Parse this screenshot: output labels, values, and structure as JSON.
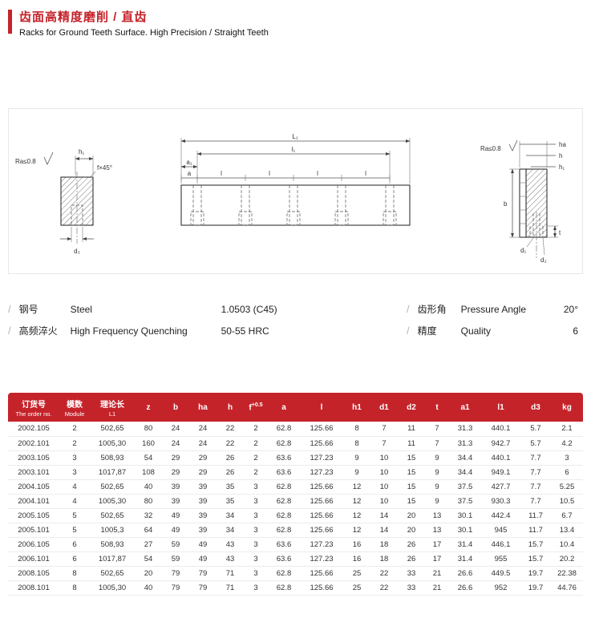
{
  "colors": {
    "accent": "#c5232a"
  },
  "header": {
    "title_cn": "齿面高精度磨削 / 直齿",
    "title_en": "Racks for Ground Teeth Surface. High Precision / Straight Teeth"
  },
  "drawing": {
    "left": {
      "ra": "Ra≤0.8",
      "h1": "h₁",
      "f": "f×45°",
      "d3": "d₃"
    },
    "middle": {
      "L1": "L₁",
      "l1": "l₁",
      "a1": "a₁",
      "a": "a",
      "l": "l"
    },
    "right": {
      "ra": "Ra≤0.8",
      "ha": "ha",
      "h": "h",
      "h1": "h₁",
      "b": "b",
      "d1": "d₁",
      "d2": "d₂",
      "t": "t"
    }
  },
  "specs": [
    {
      "cn": "钢号",
      "en": "Steel",
      "value": "1.0503 (C45)"
    },
    {
      "cn": "高频淬火",
      "en": "High Frequency Quenching",
      "value": "50-55 HRC"
    },
    {
      "cn": "齿形角",
      "en": "Pressure Angle",
      "value": "20°"
    },
    {
      "cn": "精度",
      "en": "Quality",
      "value": "6"
    }
  ],
  "table": {
    "headers": [
      {
        "label": "订货号",
        "en": "The order no."
      },
      {
        "label": "模数",
        "en": "Module"
      },
      {
        "label": "理论长",
        "en": "L1"
      },
      {
        "label": "z"
      },
      {
        "label": "b"
      },
      {
        "label": "ha"
      },
      {
        "label": "h"
      },
      {
        "label": "f",
        "sup": "+0.5"
      },
      {
        "label": "a"
      },
      {
        "label": "l"
      },
      {
        "label": "h1"
      },
      {
        "label": "d1"
      },
      {
        "label": "d2"
      },
      {
        "label": "t"
      },
      {
        "label": "a1"
      },
      {
        "label": "l1"
      },
      {
        "label": "d3"
      },
      {
        "label": "kg"
      }
    ],
    "rows": [
      [
        "2002.105",
        "2",
        "502,65",
        "80",
        "24",
        "24",
        "22",
        "2",
        "62.8",
        "125.66",
        "8",
        "7",
        "11",
        "7",
        "31.3",
        "440.1",
        "5.7",
        "2.1"
      ],
      [
        "2002.101",
        "2",
        "1005,30",
        "160",
        "24",
        "24",
        "22",
        "2",
        "62.8",
        "125.66",
        "8",
        "7",
        "11",
        "7",
        "31.3",
        "942.7",
        "5.7",
        "4.2"
      ],
      [
        "2003.105",
        "3",
        "508,93",
        "54",
        "29",
        "29",
        "26",
        "2",
        "63.6",
        "127.23",
        "9",
        "10",
        "15",
        "9",
        "34.4",
        "440.1",
        "7.7",
        "3"
      ],
      [
        "2003.101",
        "3",
        "1017,87",
        "108",
        "29",
        "29",
        "26",
        "2",
        "63.6",
        "127.23",
        "9",
        "10",
        "15",
        "9",
        "34.4",
        "949.1",
        "7.7",
        "6"
      ],
      [
        "2004.105",
        "4",
        "502,65",
        "40",
        "39",
        "39",
        "35",
        "3",
        "62.8",
        "125.66",
        "12",
        "10",
        "15",
        "9",
        "37.5",
        "427.7",
        "7.7",
        "5.25"
      ],
      [
        "2004.101",
        "4",
        "1005,30",
        "80",
        "39",
        "39",
        "35",
        "3",
        "62.8",
        "125.66",
        "12",
        "10",
        "15",
        "9",
        "37.5",
        "930.3",
        "7.7",
        "10.5"
      ],
      [
        "2005.105",
        "5",
        "502,65",
        "32",
        "49",
        "39",
        "34",
        "3",
        "62.8",
        "125.66",
        "12",
        "14",
        "20",
        "13",
        "30.1",
        "442.4",
        "11.7",
        "6.7"
      ],
      [
        "2005.101",
        "5",
        "1005,3",
        "64",
        "49",
        "39",
        "34",
        "3",
        "62.8",
        "125.66",
        "12",
        "14",
        "20",
        "13",
        "30.1",
        "945",
        "11.7",
        "13.4"
      ],
      [
        "2006.105",
        "6",
        "508,93",
        "27",
        "59",
        "49",
        "43",
        "3",
        "63.6",
        "127.23",
        "16",
        "18",
        "26",
        "17",
        "31.4",
        "446.1",
        "15.7",
        "10.4"
      ],
      [
        "2006.101",
        "6",
        "1017,87",
        "54",
        "59",
        "49",
        "43",
        "3",
        "63.6",
        "127.23",
        "16",
        "18",
        "26",
        "17",
        "31.4",
        "955",
        "15.7",
        "20.2"
      ],
      [
        "2008.105",
        "8",
        "502,65",
        "20",
        "79",
        "79",
        "71",
        "3",
        "62.8",
        "125.66",
        "25",
        "22",
        "33",
        "21",
        "26.6",
        "449.5",
        "19.7",
        "22.38"
      ],
      [
        "2008.101",
        "8",
        "1005,30",
        "40",
        "79",
        "79",
        "71",
        "3",
        "62.8",
        "125.66",
        "25",
        "22",
        "33",
        "21",
        "26.6",
        "952",
        "19.7",
        "44.76"
      ]
    ]
  }
}
